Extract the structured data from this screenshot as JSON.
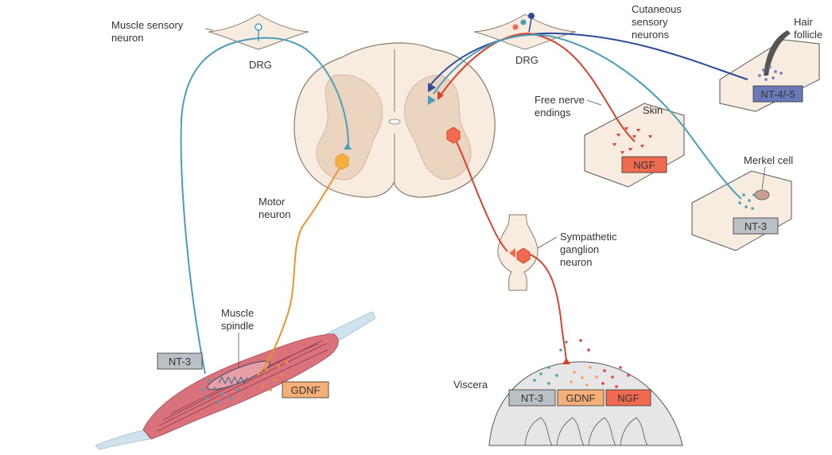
{
  "colors": {
    "muscle_sensory": "#4a9fb8",
    "motor": "#e8962a",
    "nociceptive": "#d9432e",
    "hair": "#2e4a9a",
    "muscle": "#d9727a",
    "cord_gray": "#ecd5c0",
    "cord_white": "#f7ecdf",
    "box_gray": "#b9c1c6",
    "box_orange": "#f5b07a",
    "box_red": "#ef6a4e",
    "box_blue": "#6a79b8"
  },
  "labels": {
    "muscle_sensory_neuron": [
      "Muscle sensory",
      "neuron"
    ],
    "drg_left": "DRG",
    "drg_right": "DRG",
    "cutaneous": [
      "Cutaneous",
      "sensory",
      "neurons"
    ],
    "hair_follicle": [
      "Hair",
      "follicle"
    ],
    "free_nerve_endings": [
      "Free nerve",
      "endings"
    ],
    "skin": "Skin",
    "merkel_cell": "Merkel cell",
    "motor_neuron": [
      "Motor",
      "neuron"
    ],
    "sympathetic": [
      "Sympathetic",
      "ganglion",
      "neuron"
    ],
    "muscle_spindle": [
      "Muscle",
      "spindle"
    ],
    "viscera": "Viscera"
  },
  "factor_boxes": {
    "nt45": "NT-4/-5",
    "ngf_skin": "NGF",
    "nt3_merkel": "NT-3",
    "nt3_muscle": "NT-3",
    "gdnf_muscle": "GDNF",
    "nt3_viscera": "NT-3",
    "gdnf_viscera": "GDNF",
    "ngf_viscera": "NGF"
  }
}
